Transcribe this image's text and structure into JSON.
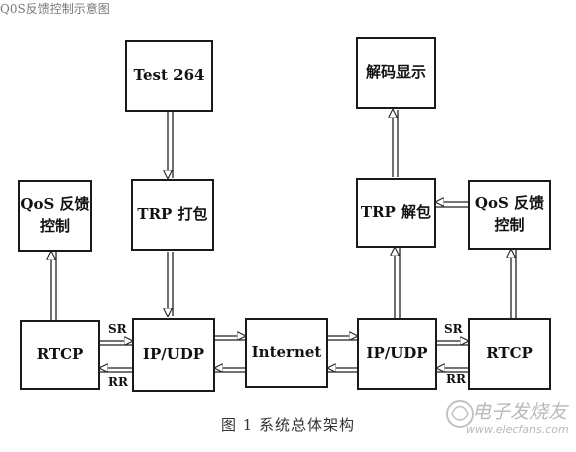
{
  "header_fragment": "Q0S反馈控制示意图",
  "boxes": {
    "test264": "Test 264",
    "decode_display": "解码显示",
    "qos_left": "QoS 反馈\n控制",
    "trp_pack": "TRP 打包",
    "trp_unpack": "TRP 解包",
    "qos_right": "QoS 反馈\n控制",
    "rtcp_left": "RTCP",
    "ipudp_left": "IP/UDP",
    "internet": "Internet",
    "ipudp_right": "IP/UDP",
    "rtcp_right": "RTCP"
  },
  "labels": {
    "sr_left": "SR",
    "rr_left": "RR",
    "sr_right": "SR",
    "rr_right": "RR"
  },
  "caption": "图 1  系统总体架构",
  "watermark": {
    "title": "电子发烧友",
    "url": "www.elecfans.com"
  }
}
